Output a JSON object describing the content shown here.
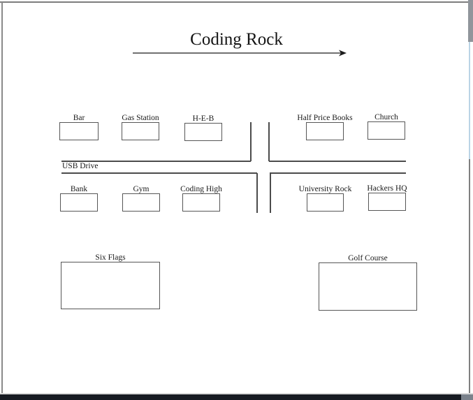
{
  "title": "Coding Rock",
  "street": {
    "label": "USB Drive"
  },
  "buildings": {
    "bar": {
      "label": "Bar"
    },
    "gas_station": {
      "label": "Gas Station"
    },
    "heb": {
      "label": "H-E-B"
    },
    "half_price_books": {
      "label": "Half Price Books"
    },
    "church": {
      "label": "Church"
    },
    "bank": {
      "label": "Bank"
    },
    "gym": {
      "label": "Gym"
    },
    "coding_high": {
      "label": "Coding High"
    },
    "university_rock": {
      "label": "University Rock"
    },
    "hackers_hq": {
      "label": "Hackers HQ"
    },
    "six_flags": {
      "label": "Six Flags"
    },
    "golf_course": {
      "label": "Golf Course"
    }
  },
  "colors": {
    "road_line": "#4b4b4b",
    "text": "#191919",
    "window_border": "#7d7d7d",
    "bottom_bar": "#171b22",
    "scrollbar_accent": "#bad4e6"
  }
}
